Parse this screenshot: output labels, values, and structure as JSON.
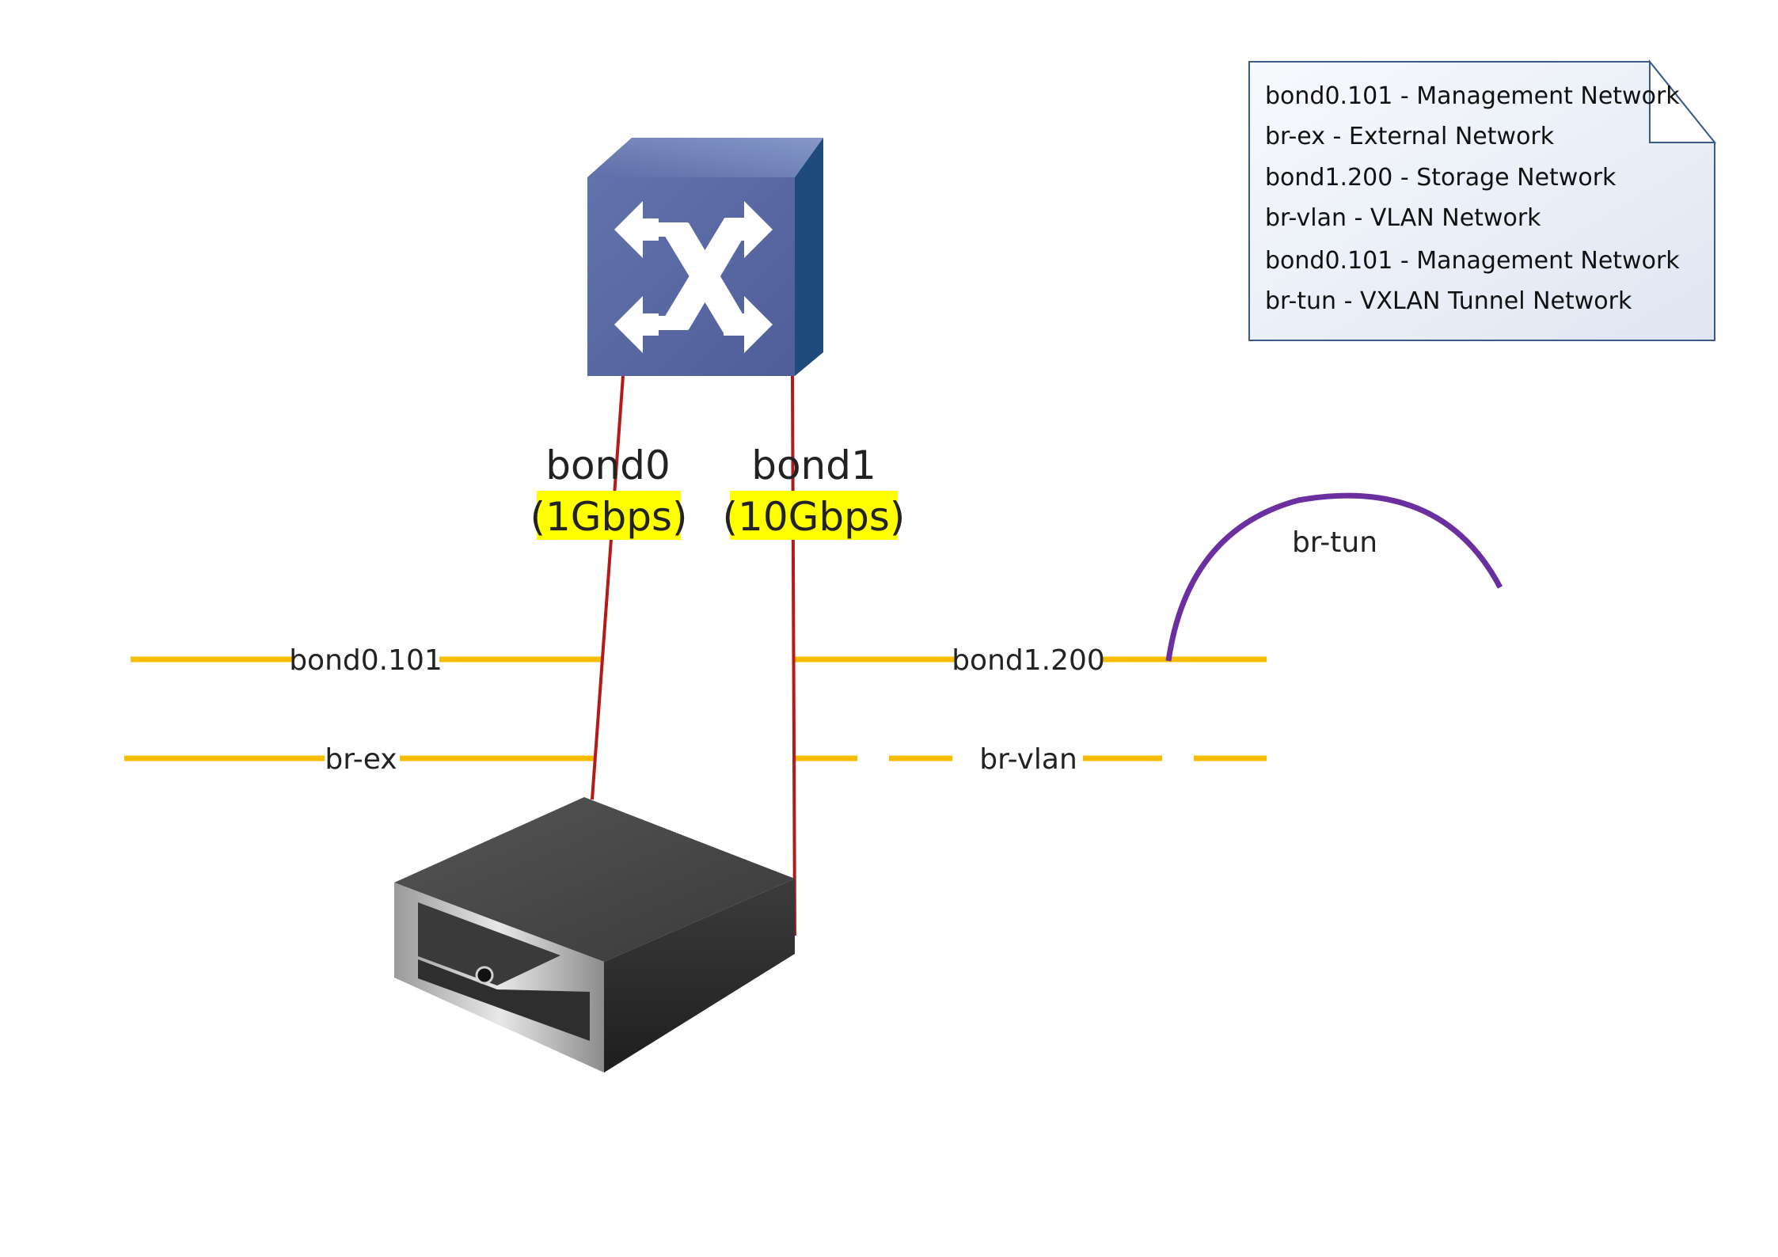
{
  "switch": {
    "icon": "network-switch-icon"
  },
  "server": {
    "icon": "server-chassis-icon"
  },
  "uplinks": [
    {
      "name": "bond0",
      "speed": "(1Gbps)"
    },
    {
      "name": "bond1",
      "speed": "(10Gbps)"
    }
  ],
  "networks": {
    "bond0_101": "bond0.101",
    "br_ex": "br-ex",
    "bond1_200": "bond1.200",
    "br_vlan": "br-vlan",
    "br_tun": "br-tun"
  },
  "legend": {
    "lines": [
      "bond0.101 - Management Network",
      "br-ex - External Network",
      "bond1.200 - Storage Network",
      "br-vlan - VLAN Network",
      "bond0.101 - Management Network",
      "br-tun - VXLAN Tunnel Network"
    ]
  },
  "colors": {
    "uplink": "#b31b1b",
    "network_line": "#f5bc00",
    "tunnel_arc": "#6b2fa0",
    "highlight": "#ffff00",
    "switch_front": "#5a68a3",
    "note_fill": "#eef2f9",
    "note_border": "#3b5a8a"
  }
}
